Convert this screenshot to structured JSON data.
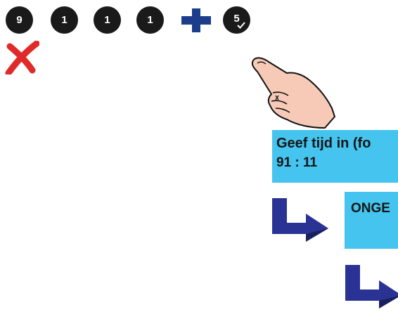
{
  "keys": [
    {
      "label": "9"
    },
    {
      "label": "1"
    },
    {
      "label": "1"
    },
    {
      "label": "1"
    }
  ],
  "confirm_key": {
    "label": "5"
  },
  "icons": {
    "plus": "plus-icon",
    "cancel": "red-x-icon",
    "pointer": "pointing-hand-icon",
    "arrows": "return-arrow-icon"
  },
  "prompt_panel": {
    "title": "Geef tijd in (fo",
    "value": "91 : 11"
  },
  "result_panel": {
    "text": "ONGE"
  },
  "colors": {
    "panel": "#44c4ee",
    "arrow": "#2a3394",
    "plus": "#1c3c8c",
    "cancel": "#e02a2a",
    "key": "#1a1a1a"
  }
}
